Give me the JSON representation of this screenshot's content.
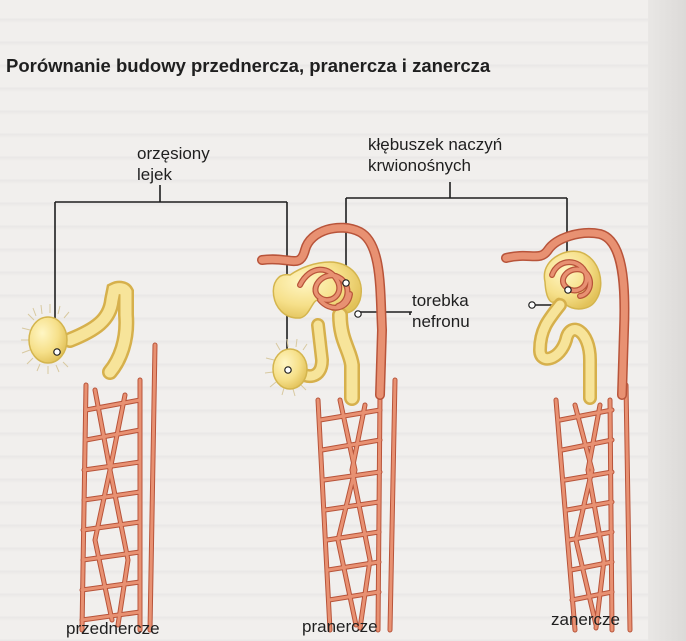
{
  "figure": {
    "title": "Porównanie budowy przednercza, pranercza i zanercza",
    "labels": {
      "ciliated_funnel": [
        "orzęsiony",
        "lejek"
      ],
      "glomerulus": [
        "kłębuszek naczyń",
        "krwionośnych"
      ],
      "capsule": [
        "torebka",
        "nefronu"
      ]
    },
    "structures": {
      "pronephros": "przednercze",
      "mesonephros": "pranercze",
      "metanephros": "zanercze"
    }
  },
  "colors": {
    "tubule_yellow": "#f3d97a",
    "vessel_orange": "#e28a66",
    "vessel_outline": "#b8543a",
    "leader_line": "#1f1f1f"
  }
}
